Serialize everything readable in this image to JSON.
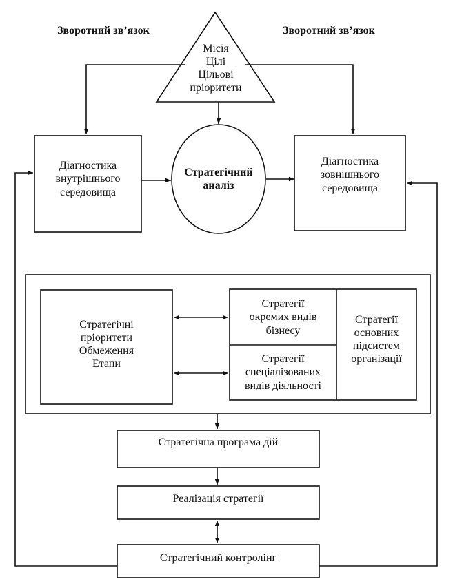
{
  "feedback_left": "Зворотний зв’язок",
  "feedback_right": "Зворотний зв’язок",
  "mission_triangle": [
    "Місія",
    "Цілі",
    "Цільові",
    "пріоритети"
  ],
  "strategic_analysis": [
    "Стратегічний",
    "аналіз"
  ],
  "internal_diagnostics": [
    "Діагностика",
    "внутрішнього",
    "середовища"
  ],
  "external_diagnostics": [
    "Діагностика",
    "зовнішнього",
    "середовища"
  ],
  "priorities_box": [
    "Стратегічні",
    "пріоритети",
    "Обмеження",
    "Етапи"
  ],
  "business_strategies": [
    "Стратегії",
    "окремих видів",
    "бізнесу"
  ],
  "specialized_strategies": [
    "Стратегії",
    "спеціалізованих",
    "видів діяльності"
  ],
  "subsystem_strategies": [
    "Стратегії",
    "основних",
    "підсистем",
    "організації"
  ],
  "action_program": "Стратегічна програма дій",
  "implementation": "Реалізація стратегії",
  "controlling": "Стратегічний контролінг"
}
